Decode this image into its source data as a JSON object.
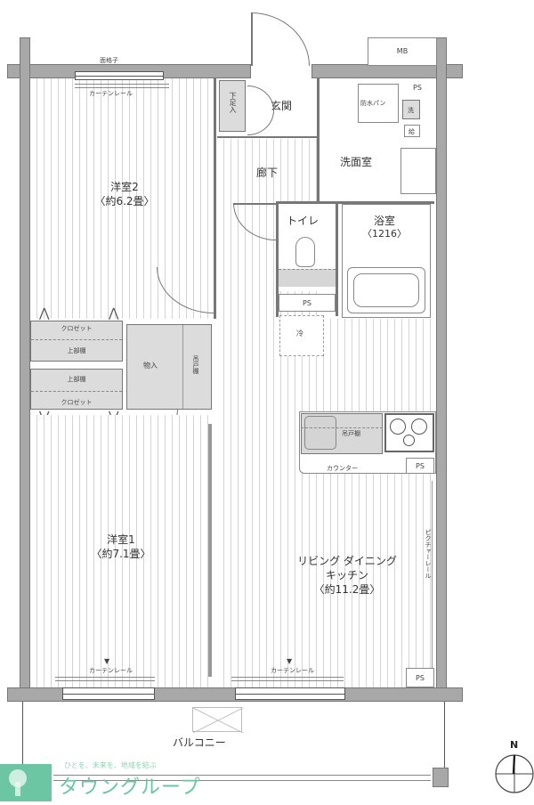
{
  "floorplan": {
    "rooms": {
      "western_room_2": {
        "name": "洋室2",
        "size": "〈約6.2畳〉"
      },
      "western_room_1": {
        "name": "洋室1",
        "size": "〈約7.1畳〉"
      },
      "ldk": {
        "name_line1": "リビング ダイニング",
        "name_line2": "キッチン",
        "size": "〈約11.2畳〉"
      },
      "entrance": {
        "name": "玄関"
      },
      "hallway": {
        "name": "廊下"
      },
      "washroom": {
        "name": "洗面室"
      },
      "toilet": {
        "name": "トイレ"
      },
      "bathroom": {
        "name": "浴室",
        "size": "〈1216〉"
      },
      "storage": {
        "name": "物入"
      },
      "balcony": {
        "name": "バルコニー"
      }
    },
    "labels": {
      "mb": "MB",
      "ps_top": "PS",
      "ps_toilet": "PS",
      "ps_counter": "PS",
      "ps_bottom": "PS",
      "shoe_box": "下足入",
      "washer_pan": "防水パン",
      "lattice": "面格子",
      "curtain_rail_top": "カーテンレール",
      "curtain_rail_bottom_left": "カーテンレール",
      "curtain_rail_bottom_right": "カーテンレール",
      "closet_top": "クロゼット",
      "upper_shelf_top": "上部棚",
      "upper_shelf_bottom": "上部棚",
      "closet_bottom": "クロゼット",
      "sliding_door_storage": "引戸",
      "hanger_shelf": "吊戸棚",
      "counter": "カウンター",
      "picture_rail": "ピクチャーレール",
      "cold": "冷",
      "wash_tank": "洗",
      "heater": "給"
    },
    "compass": {
      "north": "N"
    }
  },
  "branding": {
    "tagline": "ひとを、未来を、地域を結ぶ",
    "company": "タウングループ",
    "brand_color": "#6cc6a3"
  }
}
